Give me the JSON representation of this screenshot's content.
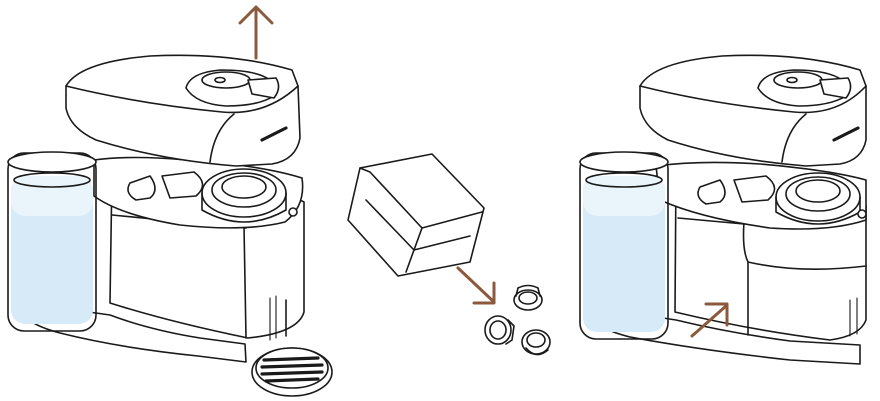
{
  "colors": {
    "arrow": "#8B5A3C",
    "water": "#D6EAF7",
    "water_light": "#E9F4FB",
    "outline": "#1a1a1a",
    "background": "#ffffff"
  },
  "steps": [
    {
      "step": "open-lid",
      "arrow_icon": "arrow-up-icon"
    },
    {
      "step": "eject-capsules",
      "arrow_icon": "arrow-down-right-icon"
    },
    {
      "step": "reinsert-container",
      "arrow_icon": "arrow-up-right-icon"
    }
  ]
}
